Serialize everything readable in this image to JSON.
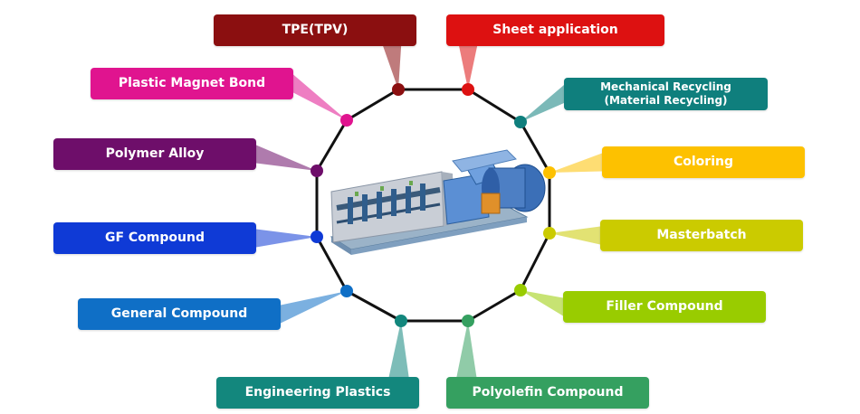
{
  "applications": [
    {
      "id": "tpe",
      "label": "TPE(TPV)",
      "color": "#8b0f10"
    },
    {
      "id": "sheet",
      "label": "Sheet application",
      "color": "#dd1111"
    },
    {
      "id": "plastic-magnet",
      "label": "Plastic Magnet Bond",
      "color": "#e0148f"
    },
    {
      "id": "mechanical-recycling",
      "label": "Mechanical Recycling\n(Material Recycling)",
      "color": "#0f7f7d"
    },
    {
      "id": "polymer-alloy",
      "label": "Polymer Alloy",
      "color": "#6e0e6a"
    },
    {
      "id": "coloring",
      "label": "Coloring",
      "color": "#fdc100"
    },
    {
      "id": "gf-compound",
      "label": "GF Compound",
      "color": "#0f3ad6"
    },
    {
      "id": "masterbatch",
      "label": "Masterbatch",
      "color": "#cbcb00"
    },
    {
      "id": "general-compound",
      "label": "General Compound",
      "color": "#0f6fc6"
    },
    {
      "id": "filler-compound",
      "label": "Filler Compound",
      "color": "#99cc00"
    },
    {
      "id": "engineering-plastics",
      "label": "Engineering Plastics",
      "color": "#13877d"
    },
    {
      "id": "polyolefin-compound",
      "label": "Polyolefin Compound",
      "color": "#35a060"
    }
  ]
}
